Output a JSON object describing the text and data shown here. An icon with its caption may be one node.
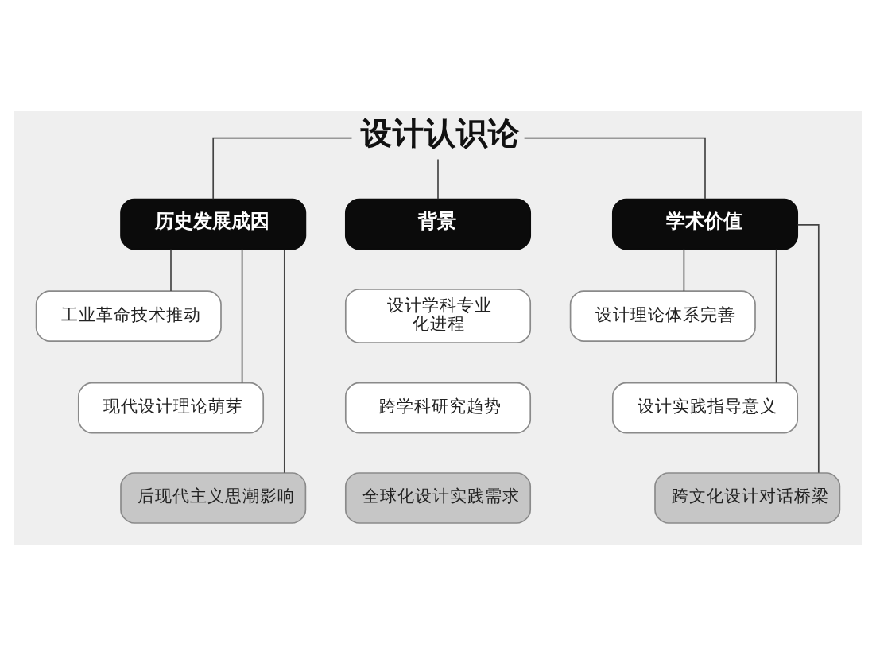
{
  "diagram": {
    "nodes": [
      {
        "text": [
          "设计认识论"
        ]
      },
      {
        "text": [
          "历史发展成因"
        ]
      },
      {
        "text": [
          "背景"
        ]
      },
      {
        "text": [
          "学术价值"
        ]
      },
      {
        "text": [
          "工业革命技术推动"
        ]
      },
      {
        "text": [
          "设计学科专业化进程"
        ]
      },
      {
        "text": [
          "设计理论体系完善"
        ]
      },
      {
        "text": [
          "现代设计理论萌芽"
        ]
      },
      {
        "text": [
          "跨学科研究趋势"
        ]
      },
      {
        "text": [
          "设计实践指导意义"
        ]
      },
      {
        "text": [
          "后现代主义思潮影响"
        ]
      },
      {
        "text": [
          "全球化设计实践需求"
        ]
      },
      {
        "text": [
          "跨文化设计对话桥梁"
        ]
      }
    ],
    "edges": [
      {
        "from": 0,
        "to": 1,
        "arrow": "none"
      },
      {
        "from": 0,
        "to": 2,
        "arrow": "none"
      },
      {
        "from": 0,
        "to": 3,
        "arrow": "none"
      },
      {
        "from": 1,
        "to": 4,
        "arrow": "none"
      },
      {
        "from": 1,
        "to": 7,
        "arrow": "none"
      },
      {
        "from": 1,
        "to": 10,
        "arrow": "none"
      },
      {
        "from": 3,
        "to": 6,
        "arrow": "none"
      },
      {
        "from": 3,
        "to": 9,
        "arrow": "none"
      },
      {
        "from": 3,
        "to": 12,
        "arrow": "none"
      }
    ]
  }
}
